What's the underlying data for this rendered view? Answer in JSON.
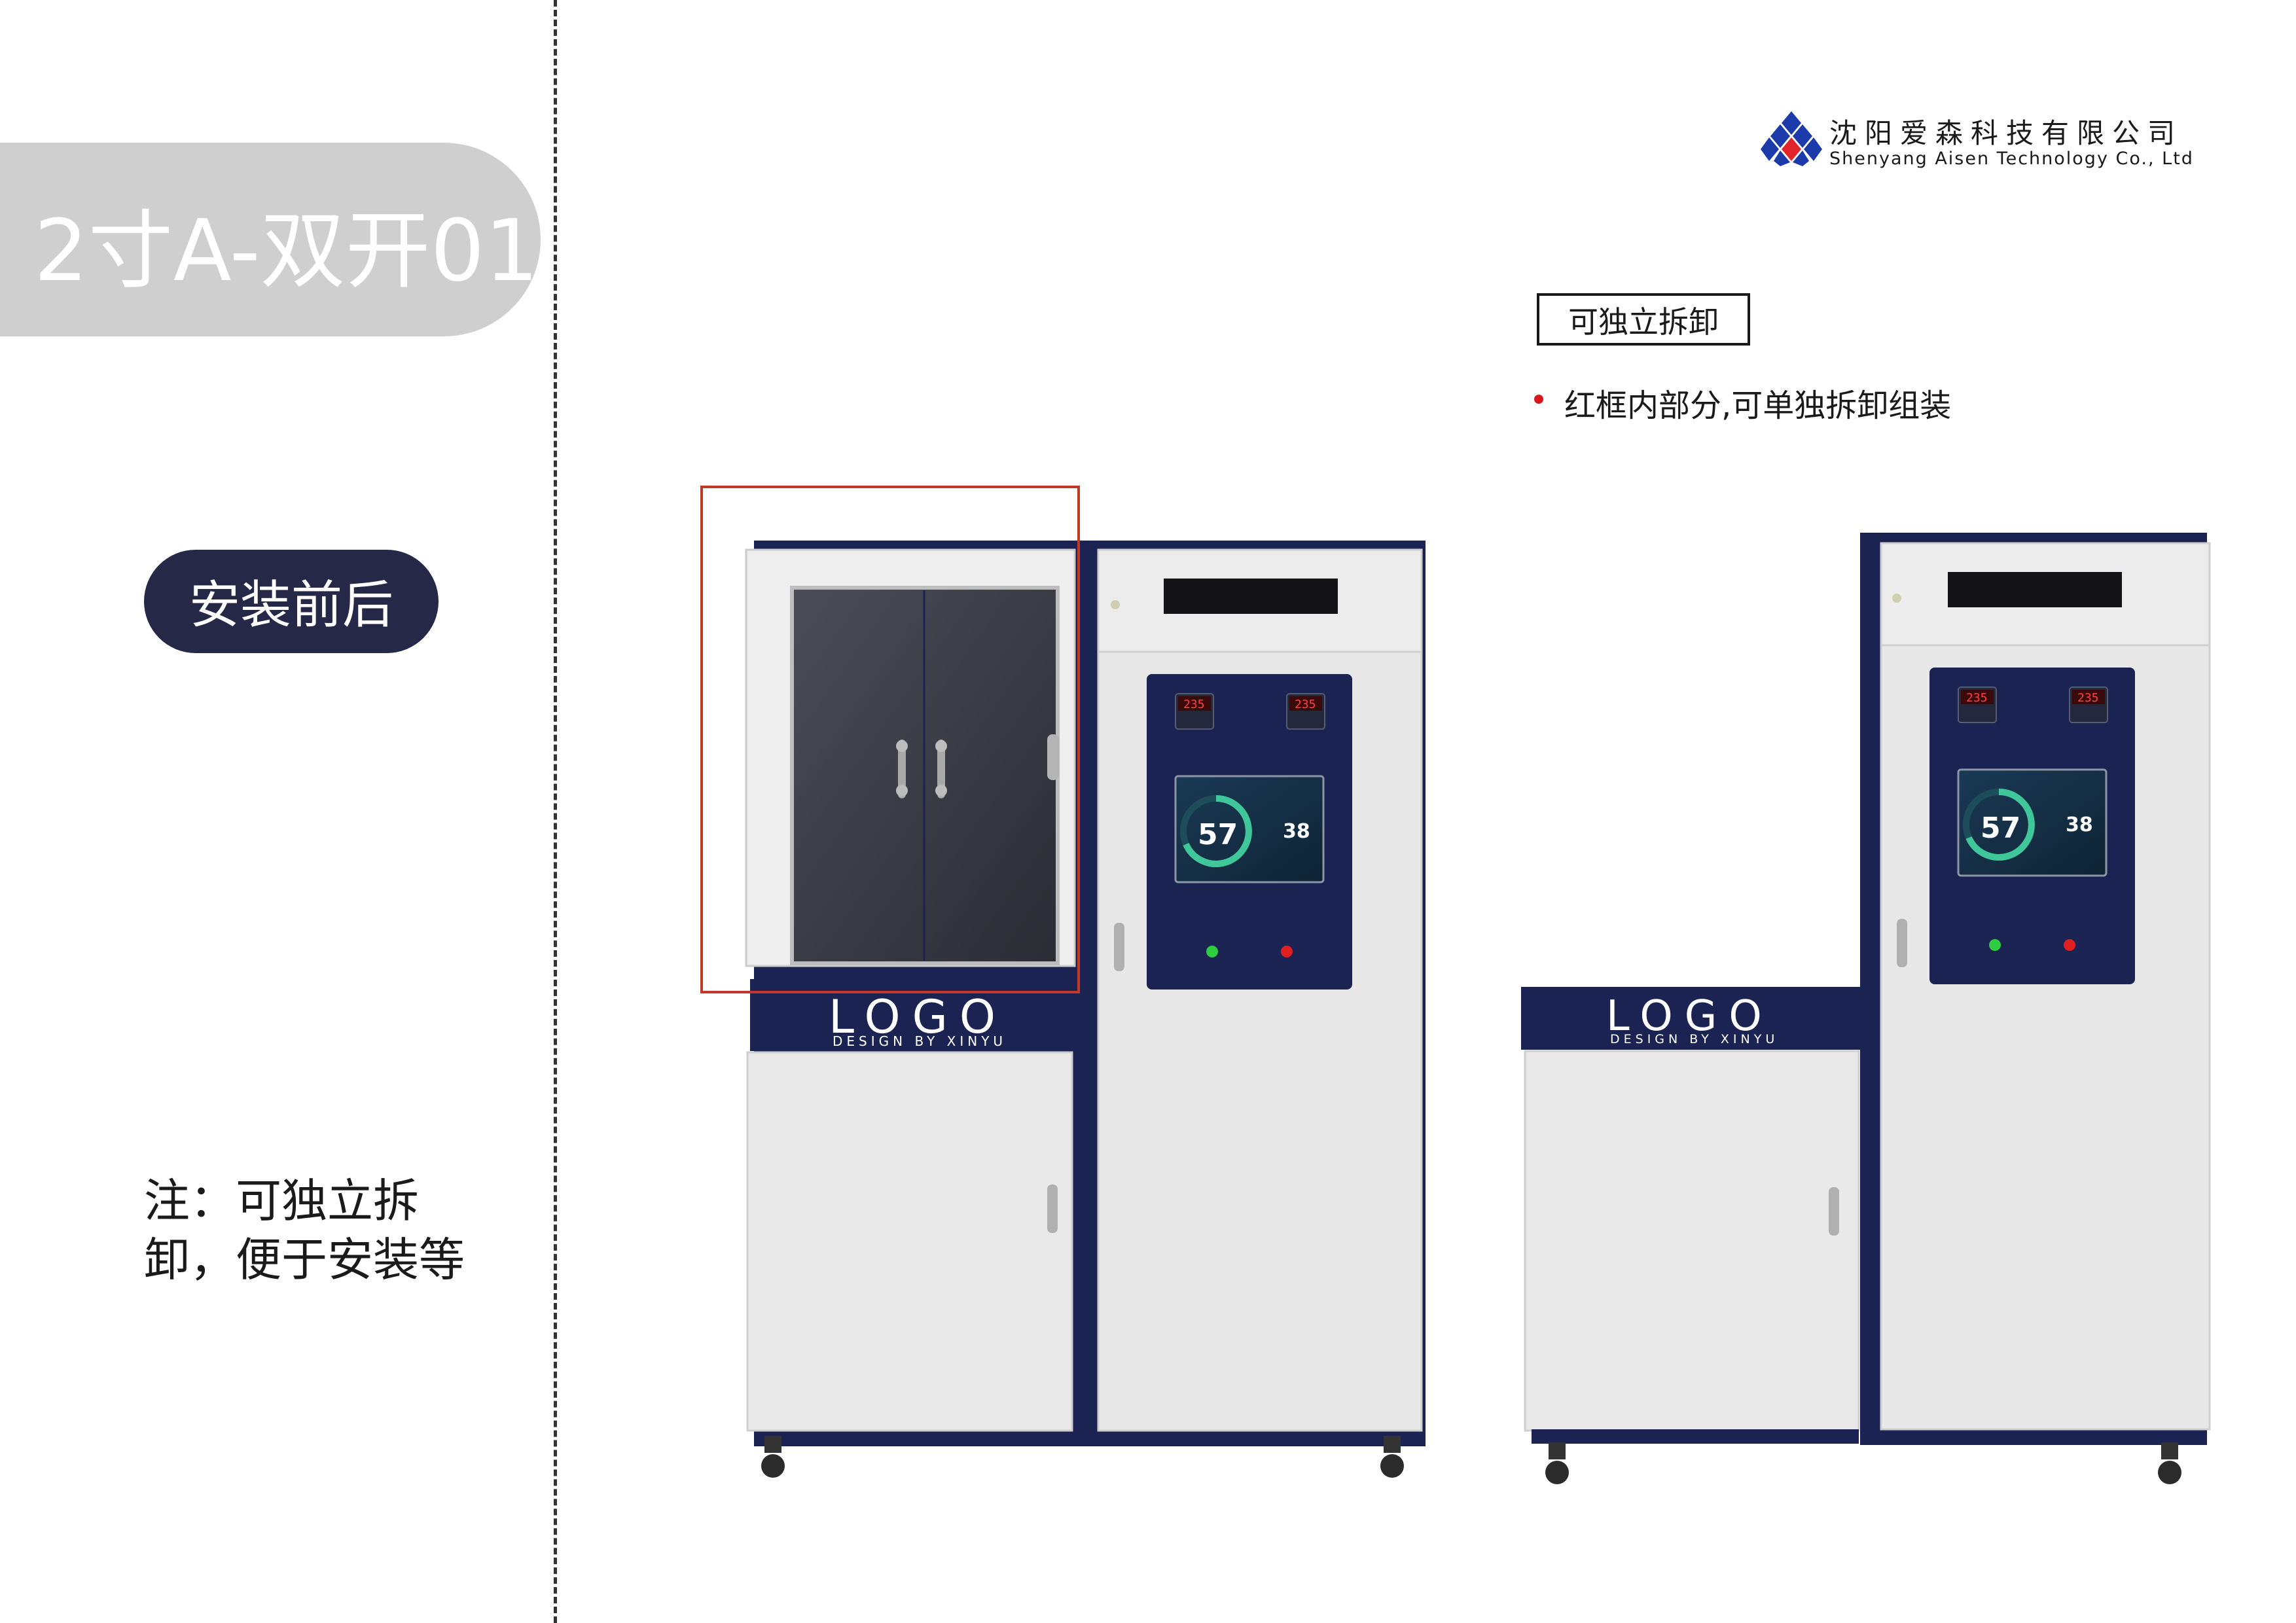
{
  "title": "2寸A-双开01",
  "badge": "安装前后",
  "note": "注：可独立拆卸，便于安装等",
  "company": {
    "name_cn": "沈阳爱森科技有限公司",
    "name_en": "Shenyang Aisen Technology Co., Ltd"
  },
  "callout": {
    "heading": "可独立拆卸",
    "bullet": "红框内部分,可单独拆卸组装"
  },
  "cabinet_before": {
    "logo_text": "LOGO",
    "logo_sub": "DESIGN BY XINYU",
    "display_big": "57",
    "display_small": "38",
    "meter_readout": "235"
  },
  "cabinet_after": {
    "logo_text": "LOGO",
    "logo_sub": "DESIGN BY XINYU",
    "display_big": "57",
    "display_small": "38",
    "meter_readout": "235"
  },
  "colors": {
    "navy": "#1b2352",
    "highlight_frame": "#c0392b",
    "title_bg": "#cfcfcf",
    "badge_bg": "#252846"
  }
}
